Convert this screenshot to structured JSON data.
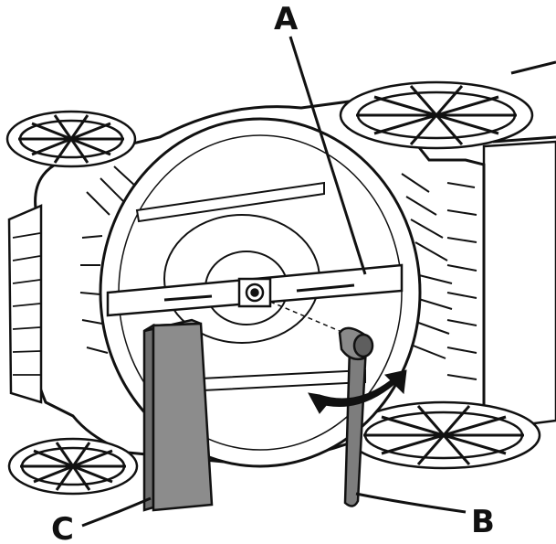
{
  "callouts": {
    "a": "A",
    "b": "B",
    "c": "C"
  },
  "colors": {
    "ink": "#111111",
    "deck": "#ffffff",
    "block": "#8c8c8c",
    "block_dark": "#6e6e6e",
    "wrench": "#7d7d7d",
    "tire": "#1a1a1a"
  },
  "icons": {
    "rotation_arrow": "curved-double-arrow-icon"
  }
}
